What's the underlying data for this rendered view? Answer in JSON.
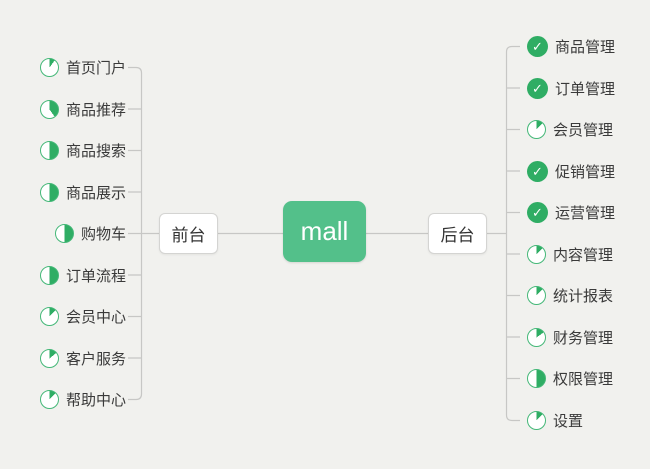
{
  "root": {
    "label": "mall"
  },
  "branches": [
    {
      "id": "frontend",
      "label": "前台",
      "side": "left",
      "items": [
        {
          "label": "首页门户",
          "icon": "pie",
          "progress": 10
        },
        {
          "label": "商品推荐",
          "icon": "pie",
          "progress": 40
        },
        {
          "label": "商品搜索",
          "icon": "pie",
          "progress": 50
        },
        {
          "label": "商品展示",
          "icon": "pie",
          "progress": 50
        },
        {
          "label": "购物车",
          "icon": "pie",
          "progress": 50
        },
        {
          "label": "订单流程",
          "icon": "pie",
          "progress": 50
        },
        {
          "label": "会员中心",
          "icon": "pie",
          "progress": 12
        },
        {
          "label": "客户服务",
          "icon": "pie",
          "progress": 14
        },
        {
          "label": "帮助中心",
          "icon": "pie",
          "progress": 12
        }
      ]
    },
    {
      "id": "backend",
      "label": "后台",
      "side": "right",
      "items": [
        {
          "label": "商品管理",
          "icon": "done"
        },
        {
          "label": "订单管理",
          "icon": "done"
        },
        {
          "label": "会员管理",
          "icon": "pie",
          "progress": 12
        },
        {
          "label": "促销管理",
          "icon": "done"
        },
        {
          "label": "运营管理",
          "icon": "done"
        },
        {
          "label": "内容管理",
          "icon": "pie",
          "progress": 12
        },
        {
          "label": "统计报表",
          "icon": "pie",
          "progress": 12
        },
        {
          "label": "财务管理",
          "icon": "pie",
          "progress": 15
        },
        {
          "label": "权限管理",
          "icon": "pie",
          "progress": 50
        },
        {
          "label": "设置",
          "icon": "pie",
          "progress": 12
        }
      ]
    }
  ],
  "icons": {
    "check_glyph": "✓"
  },
  "colors": {
    "icon_green": "#2fad64",
    "icon_ring_green": "#45b878",
    "root_green": "#53c08a",
    "connector_gray": "#c7c7c5",
    "background": "#f1f1ee"
  }
}
